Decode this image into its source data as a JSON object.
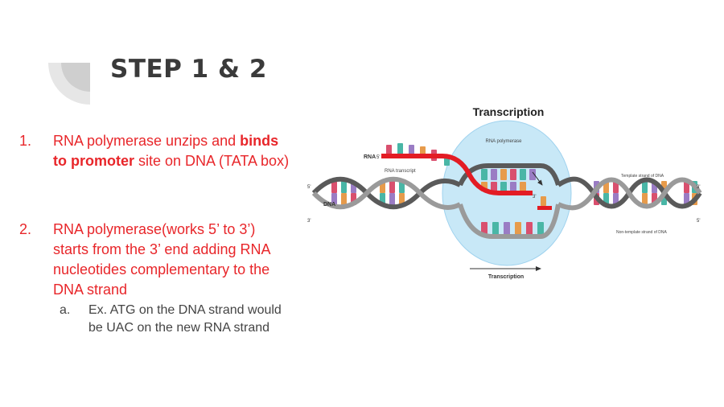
{
  "slide": {
    "title": "STEP 1 & 2",
    "step1": {
      "number": "1.",
      "text_before": "RNA polymerase unzips and ",
      "bold": "binds to promoter",
      "text_after": " site on DNA (TATA box)"
    },
    "step2": {
      "number": "2.",
      "text": "RNA polymerase(works 5’ to 3’) starts from the 3’ end adding RNA nucleotides complementary to the DNA strand",
      "sub": {
        "number": "a.",
        "text": "Ex. ATG on the DNA strand would be UAC on the new RNA strand"
      }
    }
  },
  "figure": {
    "title": "Transcription",
    "rna_polymerase_label": "RNA polymerase",
    "rna_label": "RNA",
    "rna_5prime": "5'",
    "rna_transcript_label": "RNA transcript",
    "dna_label": "DNA",
    "left_5prime": "5'",
    "left_3prime": "3'",
    "right_3prime": "3'",
    "right_5prime": "5'",
    "rna_3prime": "3'",
    "template_label": "Template strand of DNA",
    "nontemplate_label": "Non-template strand of DNA",
    "arrow_label": "Transcription",
    "colors": {
      "strand": "#5a5a5a",
      "rna": "#e31c24",
      "bubble": "#bfe3f5",
      "A": "#d94f6e",
      "T": "#49b6a6",
      "G": "#9a7cc4",
      "C": "#e79b4b"
    }
  }
}
